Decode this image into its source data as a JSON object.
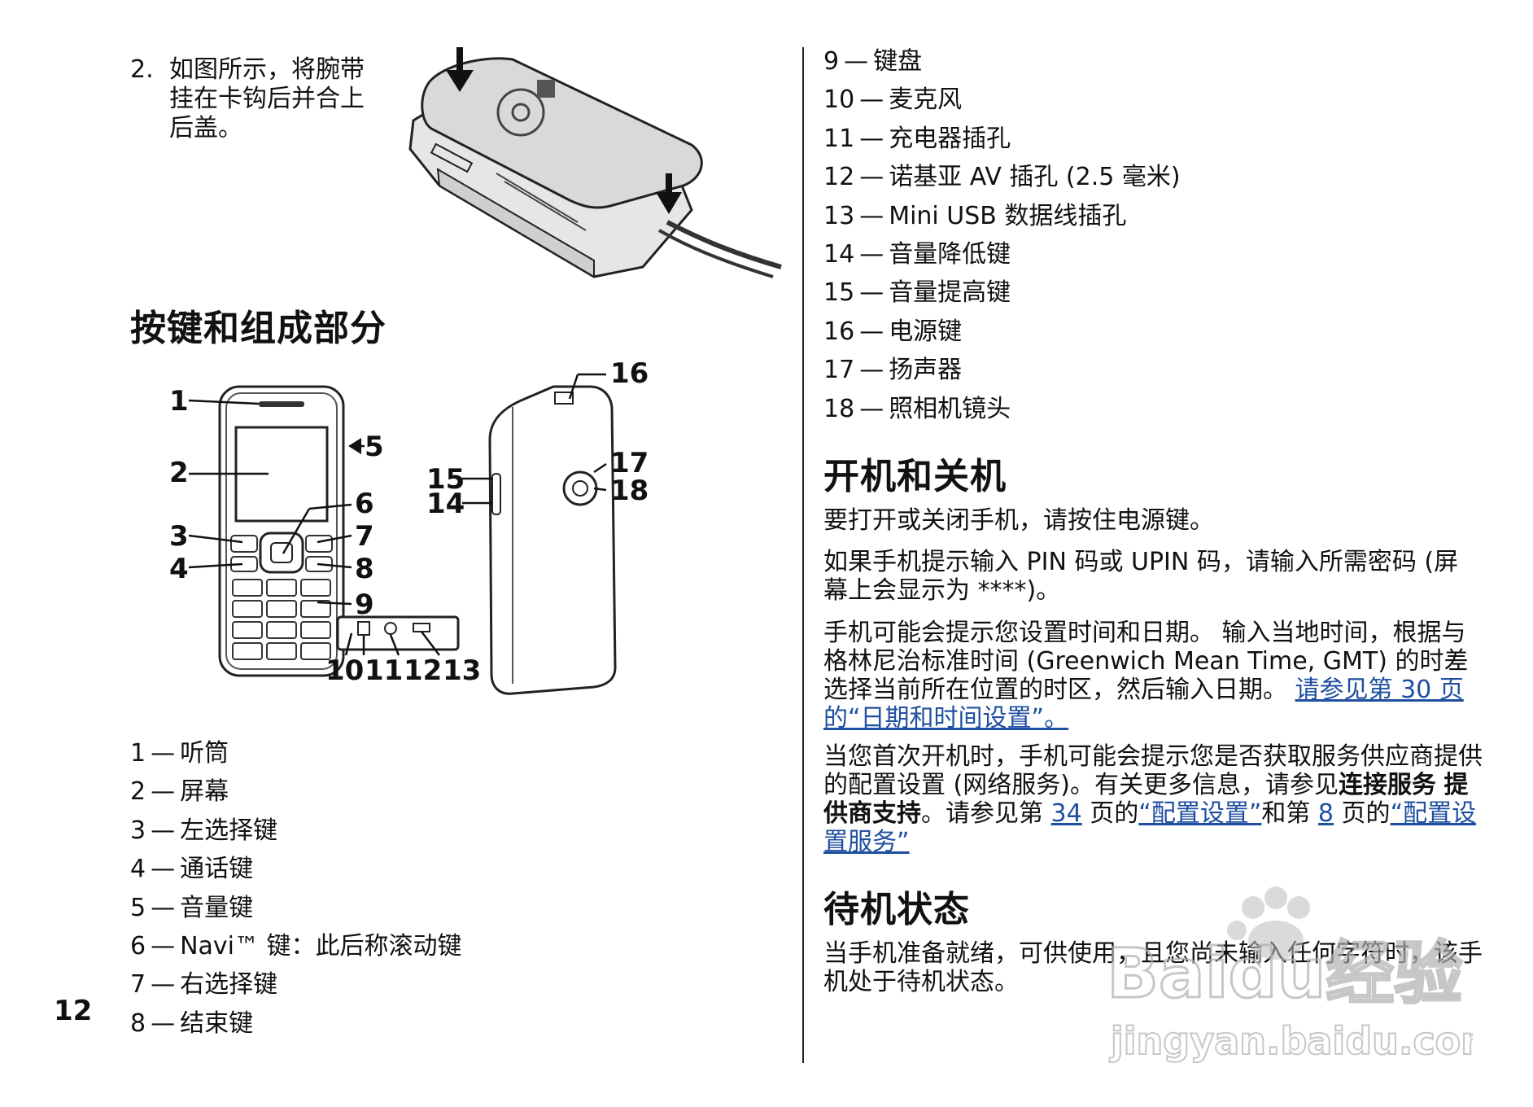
{
  "page_number": "12",
  "step": {
    "num": "2.",
    "text": "如图所示，将腕带挂在卡钩后并合上后盖。"
  },
  "section_keys": {
    "title": "按键和组成部分"
  },
  "parts": [
    {
      "num": "1",
      "label": "听筒"
    },
    {
      "num": "2",
      "label": "屏幕"
    },
    {
      "num": "3",
      "label": "左选择键"
    },
    {
      "num": "4",
      "label": "通话键"
    },
    {
      "num": "5",
      "label": "音量键"
    },
    {
      "num": "6",
      "label": "Navi™ 键：此后称滚动键"
    },
    {
      "num": "7",
      "label": "右选择键"
    },
    {
      "num": "8",
      "label": "结束键"
    },
    {
      "num": "9",
      "label": "键盘"
    },
    {
      "num": "10",
      "label": "麦克风"
    },
    {
      "num": "11",
      "label": "充电器插孔"
    },
    {
      "num": "12",
      "label": "诺基亚 AV 插孔 (2.5 毫米)"
    },
    {
      "num": "13",
      "label": "Mini USB 数据线插孔"
    },
    {
      "num": "14",
      "label": "音量降低键"
    },
    {
      "num": "15",
      "label": "音量提高键"
    },
    {
      "num": "16",
      "label": "电源键"
    },
    {
      "num": "17",
      "label": "扬声器"
    },
    {
      "num": "18",
      "label": "照相机镜头"
    }
  ],
  "dash": "—",
  "callouts": [
    "1",
    "2",
    "3",
    "4",
    "5",
    "6",
    "7",
    "8",
    "9",
    "10",
    "11",
    "12",
    "13",
    "14",
    "15",
    "16",
    "17",
    "18"
  ],
  "section_power": {
    "title": "开机和关机",
    "p1": "要打开或关闭手机，请按住电源键。",
    "p2": "如果手机提示输入 PIN 码或 UPIN 码，请输入所需密码 (屏幕上会显示为 ****)。",
    "p3_text": "手机可能会提示您设置时间和日期。 输入当地时间，根据与格林尼治标准时间 (Greenwich Mean Time, GMT) 的时差选择当前所在位置的时区，然后输入日期。 ",
    "p3_link": "请参见第 30 页的“日期和时间设置”。",
    "p4_a": "当您首次开机时，手机可能会提示您是否获取服务供应商提供的配置设置 (网络服务)。有关更多信息，请参见",
    "p4_b1": "连接服务",
    "p4_b2": "提供商支持",
    "p4_c": "。请参见第 ",
    "p4_link1": "34",
    "p4_d": " 页的",
    "p4_link2": "“配置设置”",
    "p4_e": "和第 ",
    "p4_link3": "8",
    "p4_f": " 页的",
    "p4_link4": "“配置设置服务”"
  },
  "section_standby": {
    "title": "待机状态",
    "p1": "当手机准备就绪，可供使用，且您尚未输入任何字符时，该手机处于待机状态。"
  },
  "watermark": {
    "brand": "Baidu经验",
    "url": "jingyan.baidu.com"
  }
}
